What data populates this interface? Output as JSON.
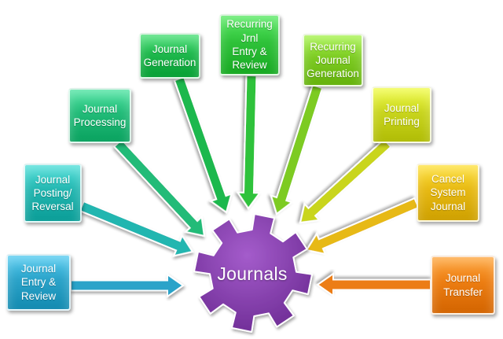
{
  "hub": {
    "label": "Journals",
    "color": "#8a3fb0"
  },
  "nodes": [
    {
      "id": "entry-review",
      "label": "Journal\nEntry &\nReview",
      "color": "#2ba3c9"
    },
    {
      "id": "posting-reversal",
      "label": "Journal\nPosting/\nReversal",
      "color": "#23b6b0"
    },
    {
      "id": "processing",
      "label": "Journal\nProcessing",
      "color": "#22bb78"
    },
    {
      "id": "generation",
      "label": "Journal\nGeneration",
      "color": "#1fb84d"
    },
    {
      "id": "recurring-jrnl-entry-review",
      "label": "Recurring\nJrnl\nEntry &\nReview",
      "color": "#2fc23a"
    },
    {
      "id": "recurring-journal-generation",
      "label": "Recurring\nJournal\nGeneration",
      "color": "#7dcb23"
    },
    {
      "id": "printing",
      "label": "Journal\nPrinting",
      "color": "#c9d51e"
    },
    {
      "id": "cancel-system-journal",
      "label": "Cancel\nSystem\nJournal",
      "color": "#e7b913"
    },
    {
      "id": "transfer",
      "label": "Journal\nTransfer",
      "color": "#ec7d12"
    }
  ]
}
